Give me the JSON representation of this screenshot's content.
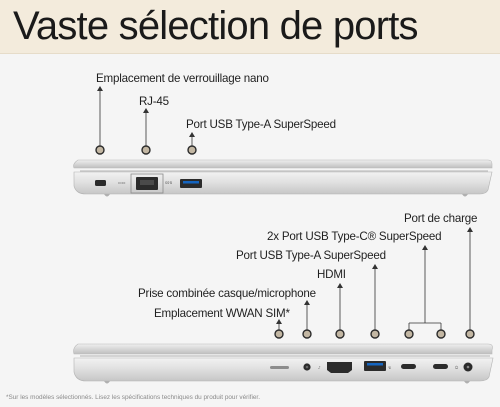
{
  "title": "Vaste sélection de ports",
  "top_view": {
    "labels": {
      "lock": "Emplacement de verrouillage nano",
      "rj45": "RJ-45",
      "usba": "Port USB Type-A SuperSpeed"
    }
  },
  "bottom_view": {
    "labels": {
      "charge": "Port de charge",
      "usbc": "2x Port USB Type-C® SuperSpeed",
      "usba": "Port USB Type-A SuperSpeed",
      "hdmi": "HDMI",
      "audio": "Prise combinée casque/microphone",
      "sim": "Emplacement WWAN SIM*"
    }
  },
  "footnote": "*Sur les modèles sélectionnés. Lisez les spécifications techniques du produit pour vérifier.",
  "colors": {
    "header_bg": "#f3ebdc",
    "callout_dot": "#c3b7a3",
    "laptop_silver": "#dcdcdc"
  }
}
